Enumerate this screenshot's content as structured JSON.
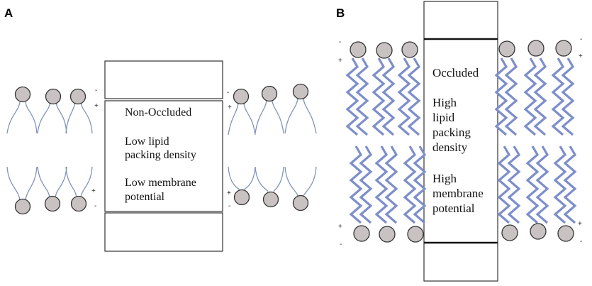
{
  "panelA": {
    "letter": "A",
    "box_lines": [
      "Non-Occluded",
      "Low lipid",
      "packing density",
      "Low membrane",
      "potential"
    ]
  },
  "panelB": {
    "letter": "B",
    "box_lines": [
      "Occluded",
      "High",
      "lipid",
      "packing",
      "density",
      "High",
      "membrane",
      "potential"
    ]
  },
  "charges": {
    "minus": "-",
    "plus": "+"
  }
}
